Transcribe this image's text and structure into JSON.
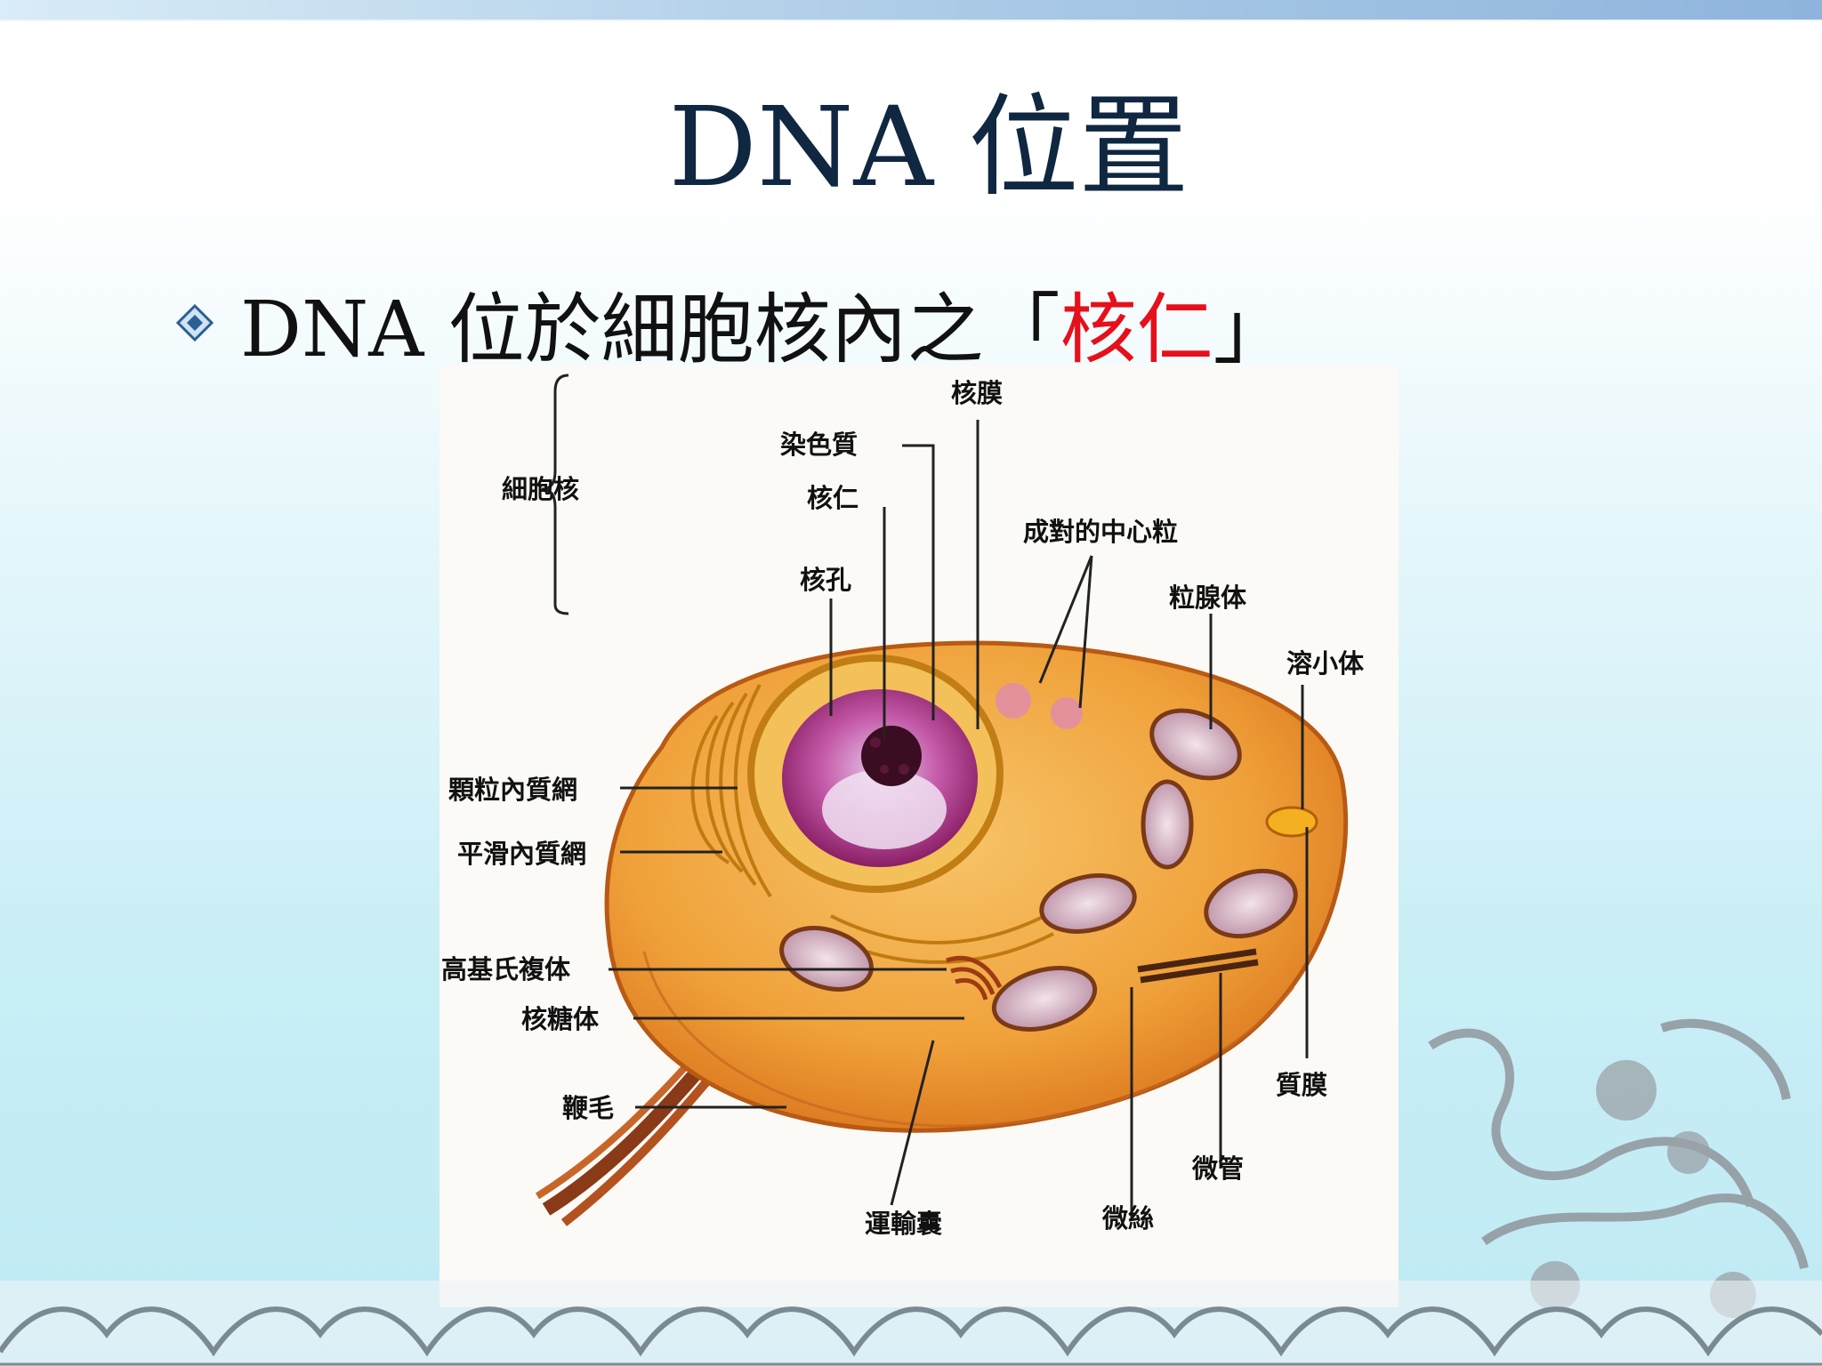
{
  "slide": {
    "title": "DNA 位置",
    "bullet": {
      "prefix": "DNA 位於細胞核內之「",
      "highlight": "核仁",
      "suffix": "」"
    }
  },
  "diagram": {
    "labels": {
      "nucleus_group": "細胞核",
      "nuclear_membrane": "核膜",
      "chromatin": "染色質",
      "nucleolus": "核仁",
      "nuclear_pore": "核孔",
      "centrioles": "成對的中心粒",
      "mitochondria": "粒腺体",
      "lysosome": "溶小体",
      "rough_er": "顆粒內質網",
      "smooth_er": "平滑內質網",
      "golgi": "高基氏複体",
      "ribosome": "核糖体",
      "flagellum": "鞭毛",
      "cell_membrane": "質膜",
      "microtubule": "微管",
      "microfilament": "微絲",
      "transport_vesicle": "運輸囊"
    }
  },
  "colors": {
    "title": "#0f2740",
    "highlight": "#e5101b",
    "cell": "#f0a13a",
    "nucleus": "#b8307a"
  }
}
